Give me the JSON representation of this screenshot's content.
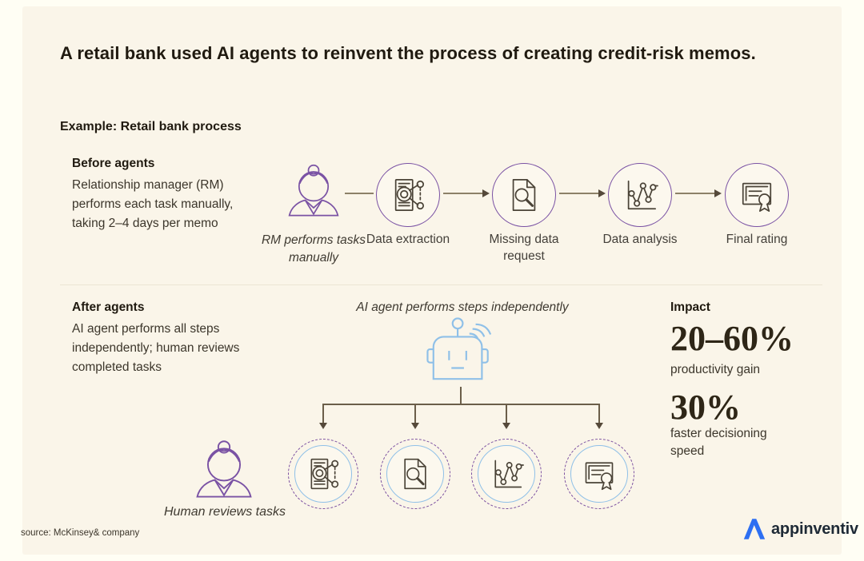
{
  "title": "A retail bank used AI agents to reinvent the process of creating credit-risk memos.",
  "subtitle": "Example: Retail bank process",
  "before": {
    "heading": "Before agents",
    "description": "Relationship manager (RM) performs each task manually, taking 2–4 days per memo",
    "actor_caption": "RM performs tasks manually",
    "steps": [
      {
        "label": "Data extraction",
        "icon": "document-extraction-icon"
      },
      {
        "label": "Missing data request",
        "icon": "document-search-icon"
      },
      {
        "label": "Data analysis",
        "icon": "scatter-chart-icon"
      },
      {
        "label": "Final rating",
        "icon": "certificate-icon"
      }
    ]
  },
  "after": {
    "heading": "After agents",
    "description": "AI agent performs all steps independently; human reviews completed tasks",
    "agent_caption": "AI agent performs steps independently",
    "human_caption": "Human reviews tasks",
    "steps": [
      {
        "icon": "document-extraction-icon"
      },
      {
        "icon": "document-search-icon"
      },
      {
        "icon": "scatter-chart-icon"
      },
      {
        "icon": "certificate-icon"
      }
    ]
  },
  "impact": {
    "heading": "Impact",
    "stats": [
      {
        "value": "20–60%",
        "label": "productivity gain"
      },
      {
        "value": "30%",
        "label": "faster decisioning speed"
      }
    ]
  },
  "footer": {
    "source": "source: McKinsey& company",
    "brand": "appinventiv"
  },
  "colors": {
    "background": "#FAF5E9",
    "accent_purple": "#7A52A4",
    "accent_blue": "#8FC0E8",
    "arrow_taupe": "#8C8168",
    "brand_blue": "#2D6FF2",
    "heading_ink": "#201A10"
  }
}
